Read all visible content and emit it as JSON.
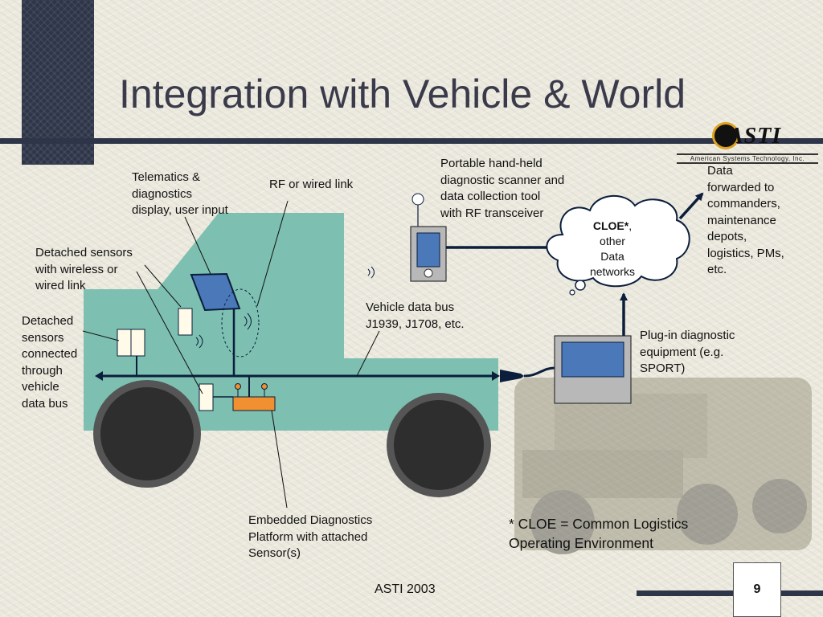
{
  "slide": {
    "title": "Integration with Vehicle & World",
    "footer": "ASTI 2003",
    "page_number": "9"
  },
  "logo": {
    "text": "ASTI",
    "subtitle": "American Systems Technology, Inc."
  },
  "labels": {
    "telematics": [
      "Telematics &",
      "diagnostics",
      "display, user input"
    ],
    "rf_link": [
      "RF or wired link"
    ],
    "detached_wireless": [
      "Detached sensors",
      "with wireless or",
      "wired link"
    ],
    "detached_bus": [
      "Detached",
      "sensors",
      "connected",
      "through",
      "vehicle",
      "data bus"
    ],
    "portable_scanner": [
      "Portable hand-held",
      "diagnostic scanner and",
      "data collection tool",
      "with RF transceiver"
    ],
    "data_forwarded": [
      "Data",
      "forwarded to",
      "commanders,",
      "maintenance",
      "depots,",
      "logistics, PMs,",
      "etc."
    ],
    "vehicle_bus": [
      "Vehicle data bus",
      "J1939, J1708, etc."
    ],
    "plugin_equipment": [
      "Plug-in diagnostic",
      "equipment (e.g.",
      "SPORT)"
    ],
    "embedded_platform": [
      "Embedded Diagnostics",
      "Platform with attached",
      "Sensor(s)"
    ]
  },
  "cloe": {
    "name": "CLOE*",
    "comma": ",",
    "rest": [
      "other",
      "Data",
      "networks"
    ]
  },
  "footnote": [
    "* CLOE = Common Logistics",
    "Operating Environment"
  ],
  "colors": {
    "truck_body": "#7dbfb0",
    "wheel": "#2e2e2e",
    "wheel_rim": "#555555",
    "screen": "#4a78b8",
    "platform": "#f09030",
    "connector": "#0b1e3c",
    "title_bar": "#2e3548"
  }
}
